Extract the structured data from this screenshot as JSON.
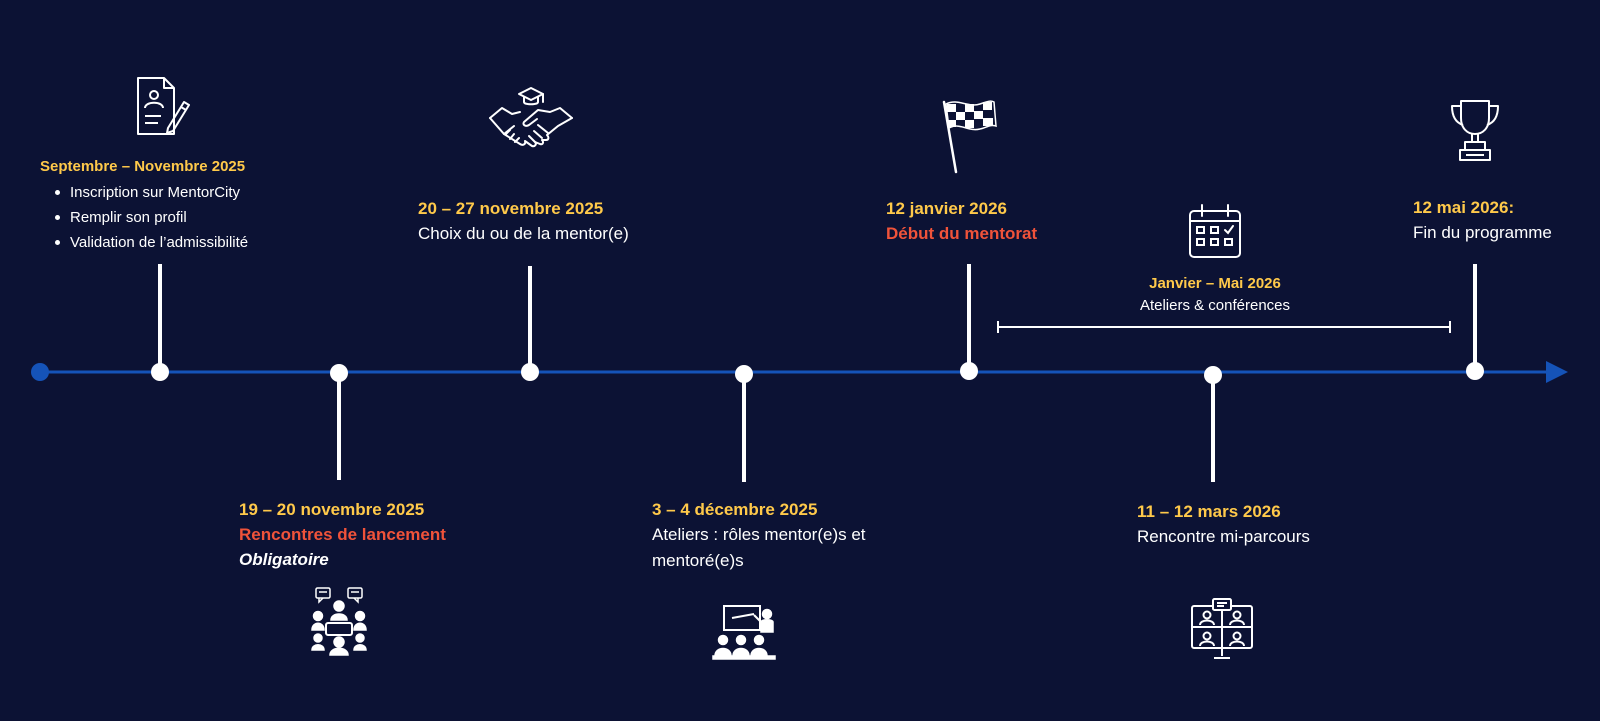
{
  "colors": {
    "background": "#0c1234",
    "axis": "#1553b8",
    "date": "#ffc94a",
    "highlight": "#f0533a",
    "text": "#ffffff"
  },
  "milestones": [
    {
      "date": "Septembre – Novembre 2025",
      "icon": "document-signing-icon",
      "items": [
        "Inscription sur MentorCity",
        "Remplir son profil",
        "Validation de l’admissibilité"
      ]
    },
    {
      "date": "19 – 20 novembre 2025",
      "icon": "group-meeting-icon",
      "highlight": "Rencontres de lancement",
      "note": "Obligatoire"
    },
    {
      "date": "20 – 27 novembre 2025",
      "icon": "handshake-graduation-icon",
      "description": "Choix du ou de la mentor(e)"
    },
    {
      "date": "3 – 4 décembre 2025",
      "icon": "presentation-class-icon",
      "description_lines": [
        "Ateliers : rôles mentor(e)s et",
        "mentoré(e)s"
      ]
    },
    {
      "date": "12 janvier 2026",
      "icon": "checkered-flag-icon",
      "highlight": "Début du mentorat"
    },
    {
      "date": "Janvier – Mai 2026",
      "icon": "calendar-icon",
      "description": "Ateliers & conférences"
    },
    {
      "date": "11 – 12 mars 2026",
      "icon": "video-conference-icon",
      "description": "Rencontre mi-parcours"
    },
    {
      "date": "12 mai 2026:",
      "icon": "trophy-icon",
      "description": "Fin du programme"
    }
  ]
}
